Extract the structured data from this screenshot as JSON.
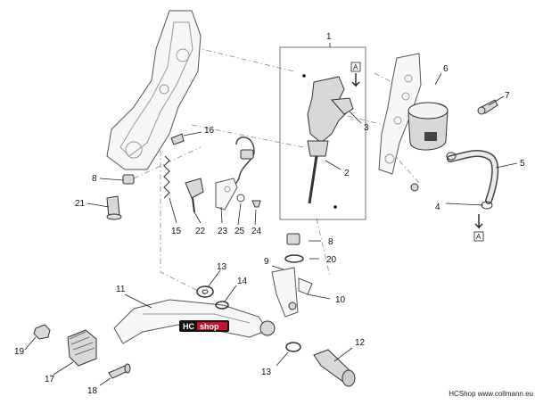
{
  "callouts": {
    "c1": "1",
    "c2": "2",
    "c3": "3",
    "c4": "4",
    "c5": "5",
    "c6": "6",
    "c7": "7",
    "c8a": "8",
    "c8b": "8",
    "c9": "9",
    "c10": "10",
    "c11": "11",
    "c12": "12",
    "c13a": "13",
    "c13b": "13",
    "c14": "14",
    "c15": "15",
    "c16": "16",
    "c17": "17",
    "c18": "18",
    "c19": "19",
    "c20": "20",
    "c21": "21",
    "c22": "22",
    "c23": "23",
    "c24": "24",
    "c25": "25"
  },
  "ref_markers": {
    "top": "A",
    "bottom": "A"
  },
  "watermark": {
    "hc": "HC",
    "shop": "shop"
  },
  "footer": {
    "credit": "HCShop www.collmann.eu"
  }
}
